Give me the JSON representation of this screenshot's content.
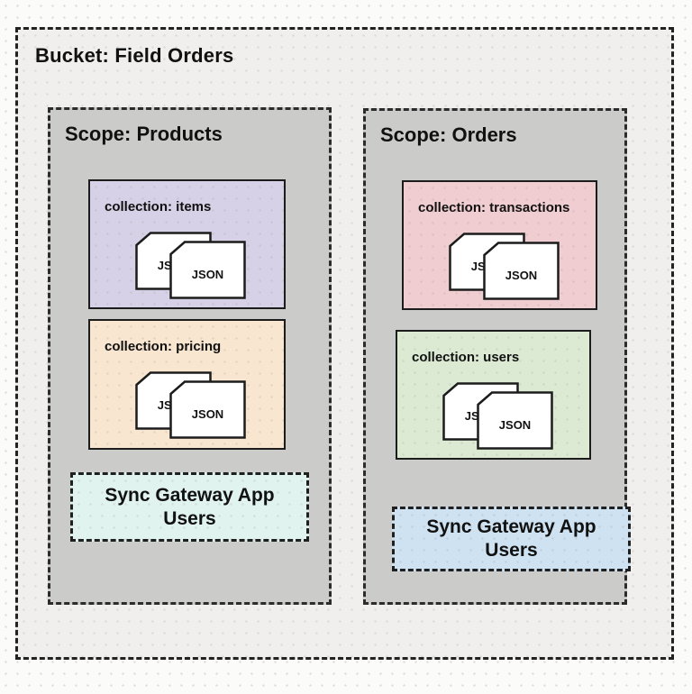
{
  "bucket": {
    "title": "Bucket: Field Orders",
    "background": "#f0efee",
    "scopes": [
      {
        "title": "Scope: Products",
        "background": "#cbcbca",
        "collections": [
          {
            "label": "collection: items",
            "color": "#d6d1e6"
          },
          {
            "label": "collection: pricing",
            "color": "#f8e6d0"
          }
        ],
        "sync_box": {
          "label": "Sync Gateway App Users",
          "color": "#e0f3ee"
        }
      },
      {
        "title": "Scope: Orders",
        "background": "#cbcbca",
        "collections": [
          {
            "label": "collection: transactions",
            "color": "#f0cdd0"
          },
          {
            "label": "collection: users",
            "color": "#dcead4"
          }
        ],
        "sync_box": {
          "label": "Sync Gateway App Users",
          "color": "#cfe2f1"
        }
      }
    ],
    "doc_label": "JSON"
  }
}
